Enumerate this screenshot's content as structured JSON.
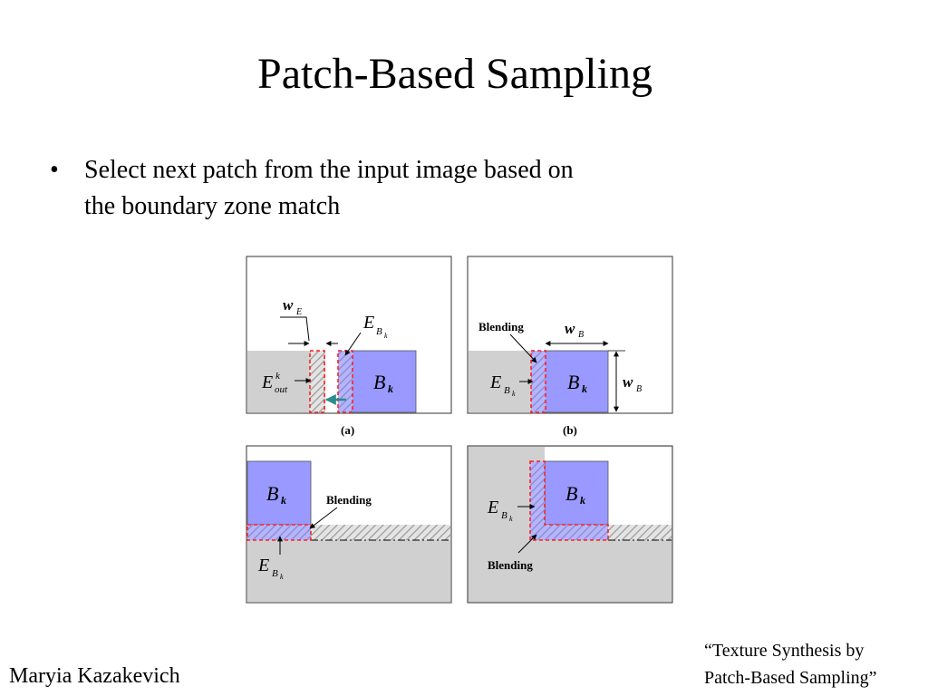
{
  "slide": {
    "title": "Patch-Based Sampling",
    "bullet_mark": "•",
    "bullet_text": "Select next patch from the input image based on the boundary zone match",
    "author": "Maryia Kazakevich",
    "citation_line1": "“Texture Synthesis by",
    "citation_line2": "Patch-Based Sampling”"
  },
  "figure": {
    "colors": {
      "input_gray": "#d0d0d0",
      "patch_blue": "#9999ff",
      "boundary_red": "#ff2020",
      "hatch": "#9a9a9a",
      "arrow_teal": "#2a8c8c"
    },
    "panel_a": {
      "caption": "(a)",
      "w_label": "w",
      "w_sub": "E",
      "e_label": "E",
      "e_sub": "B",
      "e_subsub": "k",
      "eout_label": "E",
      "eout_sup": "k",
      "eout_sub": "out",
      "b_label": "B",
      "b_sub": "k"
    },
    "panel_b": {
      "caption": "(b)",
      "blending": "Blending",
      "w_label": "w",
      "w_sub": "B",
      "e_label": "E",
      "e_sub": "B",
      "e_subsub": "k",
      "b_label": "B",
      "b_sub": "k",
      "wb_label": "w",
      "wb_sub": "B"
    },
    "panel_c": {
      "blending": "Blending",
      "b_label": "B",
      "b_sub": "k",
      "e_label": "E",
      "e_sub": "B",
      "e_subsub": "k"
    },
    "panel_d": {
      "blending": "Blending",
      "b_label": "B",
      "b_sub": "k",
      "e_label": "E",
      "e_sub": "B",
      "e_subsub": "k"
    }
  }
}
